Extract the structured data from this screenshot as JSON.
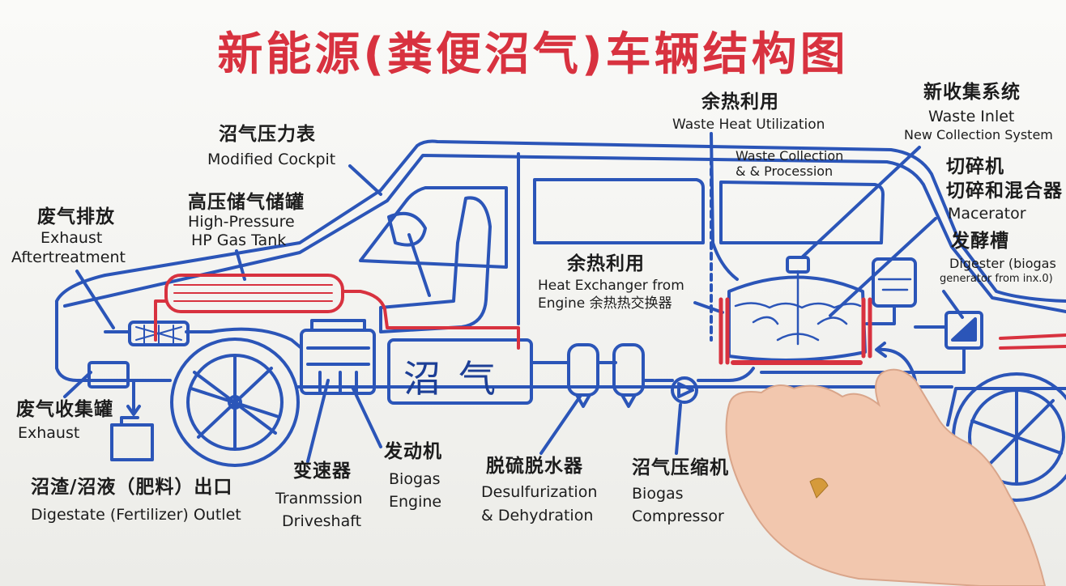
{
  "title": "新能源(粪便沼气)车辆结构图",
  "labels": {
    "pressure_gauge_zh": "沼气压力表",
    "pressure_gauge_en": "Modified Cockpit",
    "gas_tank_zh": "高压储气储罐",
    "gas_tank_en1": "High-Pressure",
    "gas_tank_en2": "HP Gas Tank",
    "exhaust_zh": "废气排放",
    "exhaust_en1": "Exhaust",
    "exhaust_en2": "Aftertreatment",
    "exhaust_collect_zh": "废气收集罐",
    "exhaust_collect_en": "Exhaust",
    "digestate_zh": "沼渣/沼液（肥料）出口",
    "digestate_en": "Digestate (Fertilizer) Outlet",
    "gearbox_zh": "变速器",
    "gearbox_en1": "Tranmssion",
    "gearbox_en2": "Driveshaft",
    "engine_zh": "发动机",
    "engine_en1": "Biogas",
    "engine_en2": "Engine",
    "desulf_zh": "脱硫脱水器",
    "desulf_en1": "Desulfurization",
    "desulf_en2": "& Dehydration",
    "compressor_zh": "沼气压缩机",
    "compressor_en1": "Biogas",
    "compressor_en2": "Compressor",
    "heat_exch_zh": "余热利用",
    "heat_exch_en1": "Heat Exchanger from",
    "heat_exch_en2": "Engine 余热热交换器",
    "waste_heat_zh": "余热利用",
    "waste_heat_en": "Waste Heat Utilization",
    "waste_collection_en1": "Waste Collection",
    "waste_collection_en2": "& & Procession",
    "collection_zh": "新收集系统",
    "collection_en1": "Waste Inlet",
    "collection_en2": "New Collection System",
    "macerator_zh1": "切碎机",
    "macerator_zh2": "切碎和混合器",
    "macerator_en": "Macerator",
    "digester_zh": "发酵槽",
    "digester_en1": "Digester (biogas",
    "digester_en2": "generator from inx.0)",
    "tank_text": "沼气"
  },
  "colors": {
    "title": "#d8323f",
    "outline": "#2b55b8",
    "gas_line": "#d8323f",
    "text": "#1c1c1c",
    "hand": "#f2c7ae"
  }
}
